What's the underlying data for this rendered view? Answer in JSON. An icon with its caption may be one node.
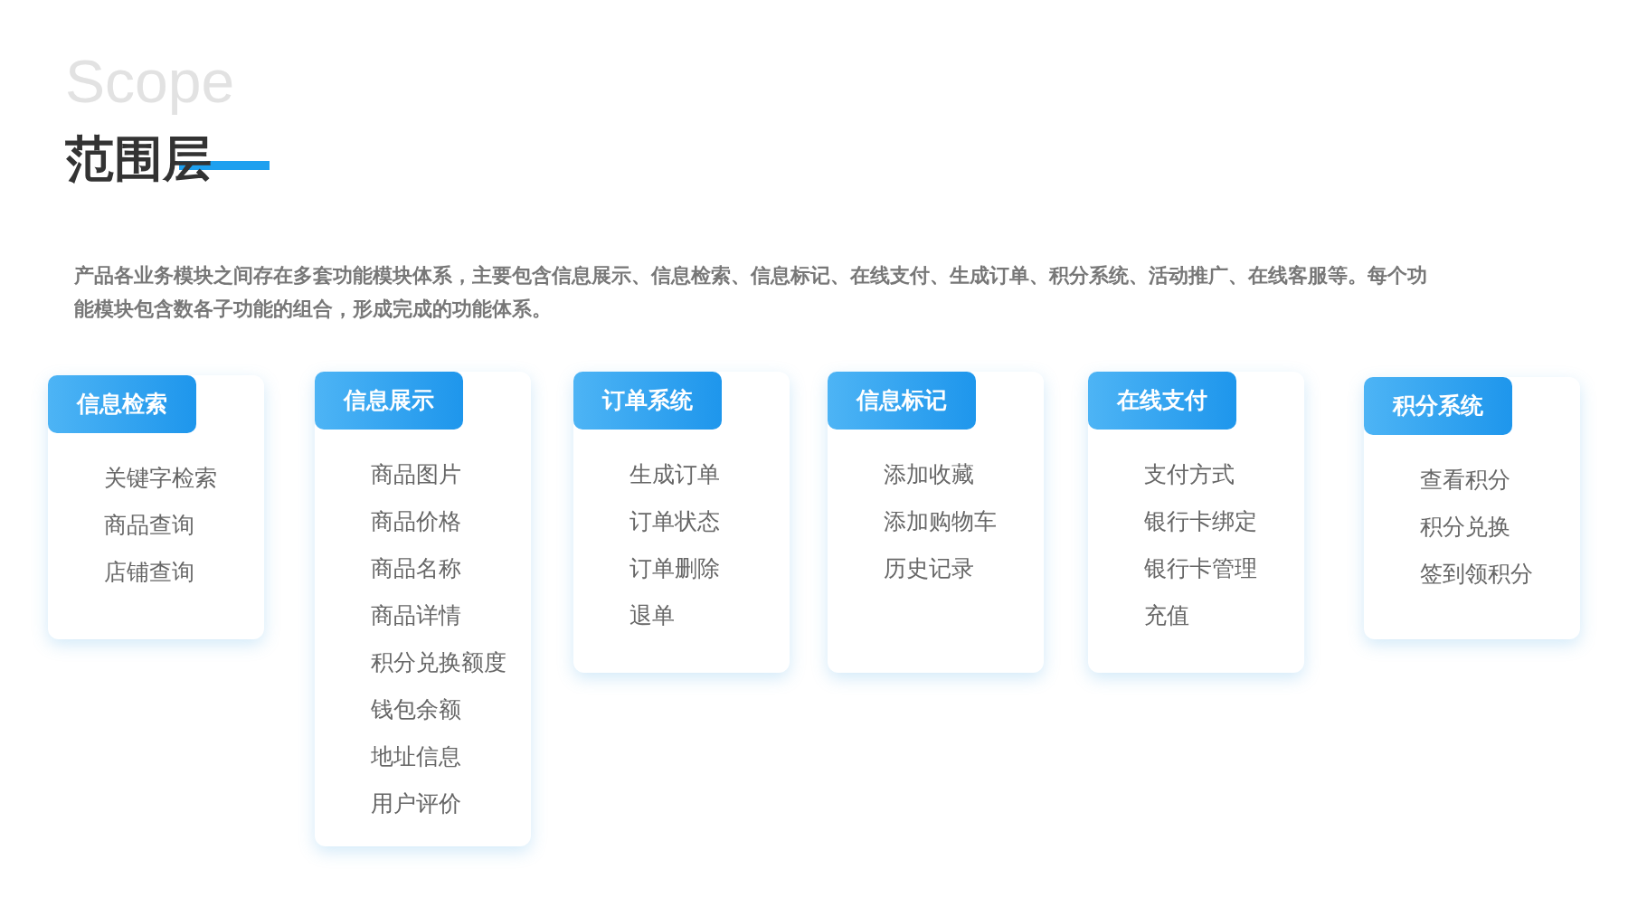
{
  "diagram": {
    "title": "范围层",
    "labels": [
      "Scope",
      "产品各业务模块之间存在多套功能模块体系，主要包含信息展示、信息检索、信息标记、在线支付、生成订单、积分系统、活动推广、在线客服等。每个功能模块包含数各子功能的组合，形成完成的功能体系。"
    ],
    "nodes": [
      {
        "text": [
          "信息检索",
          "关键字检索",
          "商品查询",
          "店铺查询"
        ]
      },
      {
        "text": [
          "信息展示",
          "商品图片",
          "商品价格",
          "商品名称",
          "商品详情",
          "积分兑换额度",
          "钱包余额",
          "地址信息",
          "用户评价"
        ]
      },
      {
        "text": [
          "订单系统",
          "生成订单",
          "订单状态",
          "订单删除",
          "退单"
        ]
      },
      {
        "text": [
          "信息标记",
          "添加收藏",
          "添加购物车",
          "历史记录"
        ]
      },
      {
        "text": [
          "在线支付",
          "支付方式",
          "银行卡绑定",
          "银行卡管理",
          "充值"
        ]
      },
      {
        "text": [
          "积分系统",
          "查看积分",
          "积分兑换",
          "签到领积分"
        ]
      }
    ]
  }
}
